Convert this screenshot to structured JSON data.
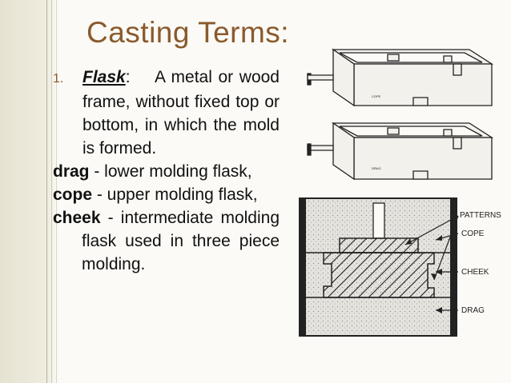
{
  "slide": {
    "title": "Casting Terms:",
    "item_number": "1.",
    "flask_term": "Flask",
    "flask_colon": ":",
    "flask_definition": "A metal or wood frame, without fixed top or bottom, in which the mold is formed.",
    "drag_term": "drag",
    "drag_definition": "- lower molding flask,",
    "cope_term": "cope",
    "cope_definition": "- upper molding flask,",
    "cheek_term": "cheek",
    "cheek_definition": "- intermediate molding flask used in three piece molding."
  },
  "figure": {
    "cope_box_label": "COPE",
    "drag_box_label": "DRAG",
    "labels": {
      "patterns": "PATTERNS",
      "cope": "COPE",
      "cheek": "CHEEK",
      "drag": "DRAG"
    }
  },
  "colors": {
    "title": "#8a5a2c",
    "background": "#fbfaf6"
  }
}
